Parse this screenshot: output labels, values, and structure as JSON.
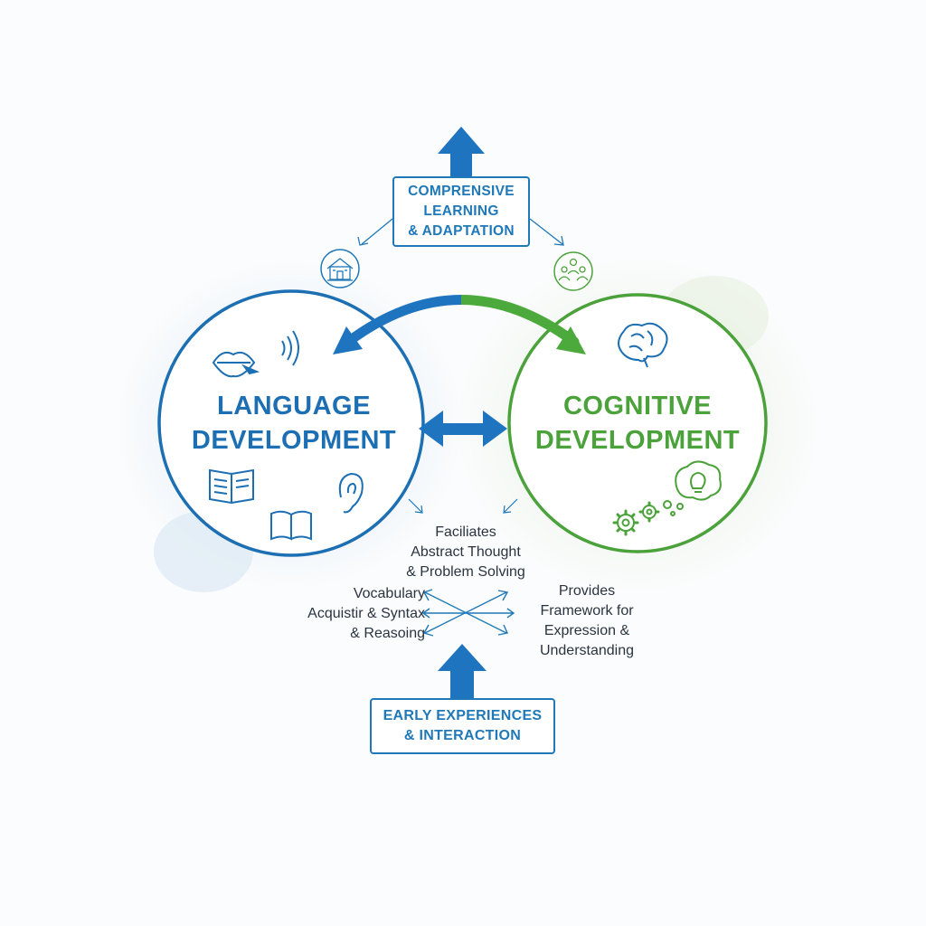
{
  "top_box": {
    "lines": [
      "COMPRENSIVE",
      "LEARNING",
      "& ADAPTATION"
    ]
  },
  "bottom_box": {
    "lines": [
      "EARLY EXPERIENCES",
      "& INTERACTION"
    ]
  },
  "language_circle": {
    "title_lines": [
      "LANGUAGE",
      "DEVELOPMENT"
    ],
    "color": "#1d6fb3",
    "icons": [
      "lips-icon",
      "sound-waves-icon",
      "open-book-icon",
      "ear-icon",
      "book-icon"
    ]
  },
  "cognitive_circle": {
    "title_lines": [
      "COGNITIVE",
      "DEVELOPMENT"
    ],
    "color": "#4ba23b",
    "icons": [
      "brain-icon",
      "lightbulb-thought-icon",
      "gears-icon"
    ]
  },
  "top_icons": [
    "school-building-icon",
    "people-group-icon"
  ],
  "notes": {
    "center": [
      "Faciliates",
      "Abstract Thought",
      "& Problem Solving"
    ],
    "left": [
      "Vocabulary",
      "Acquistir & Syntax",
      "& Reasoing"
    ],
    "right": [
      "Provides",
      "Framework for",
      "Expression &",
      "Understanding"
    ]
  }
}
